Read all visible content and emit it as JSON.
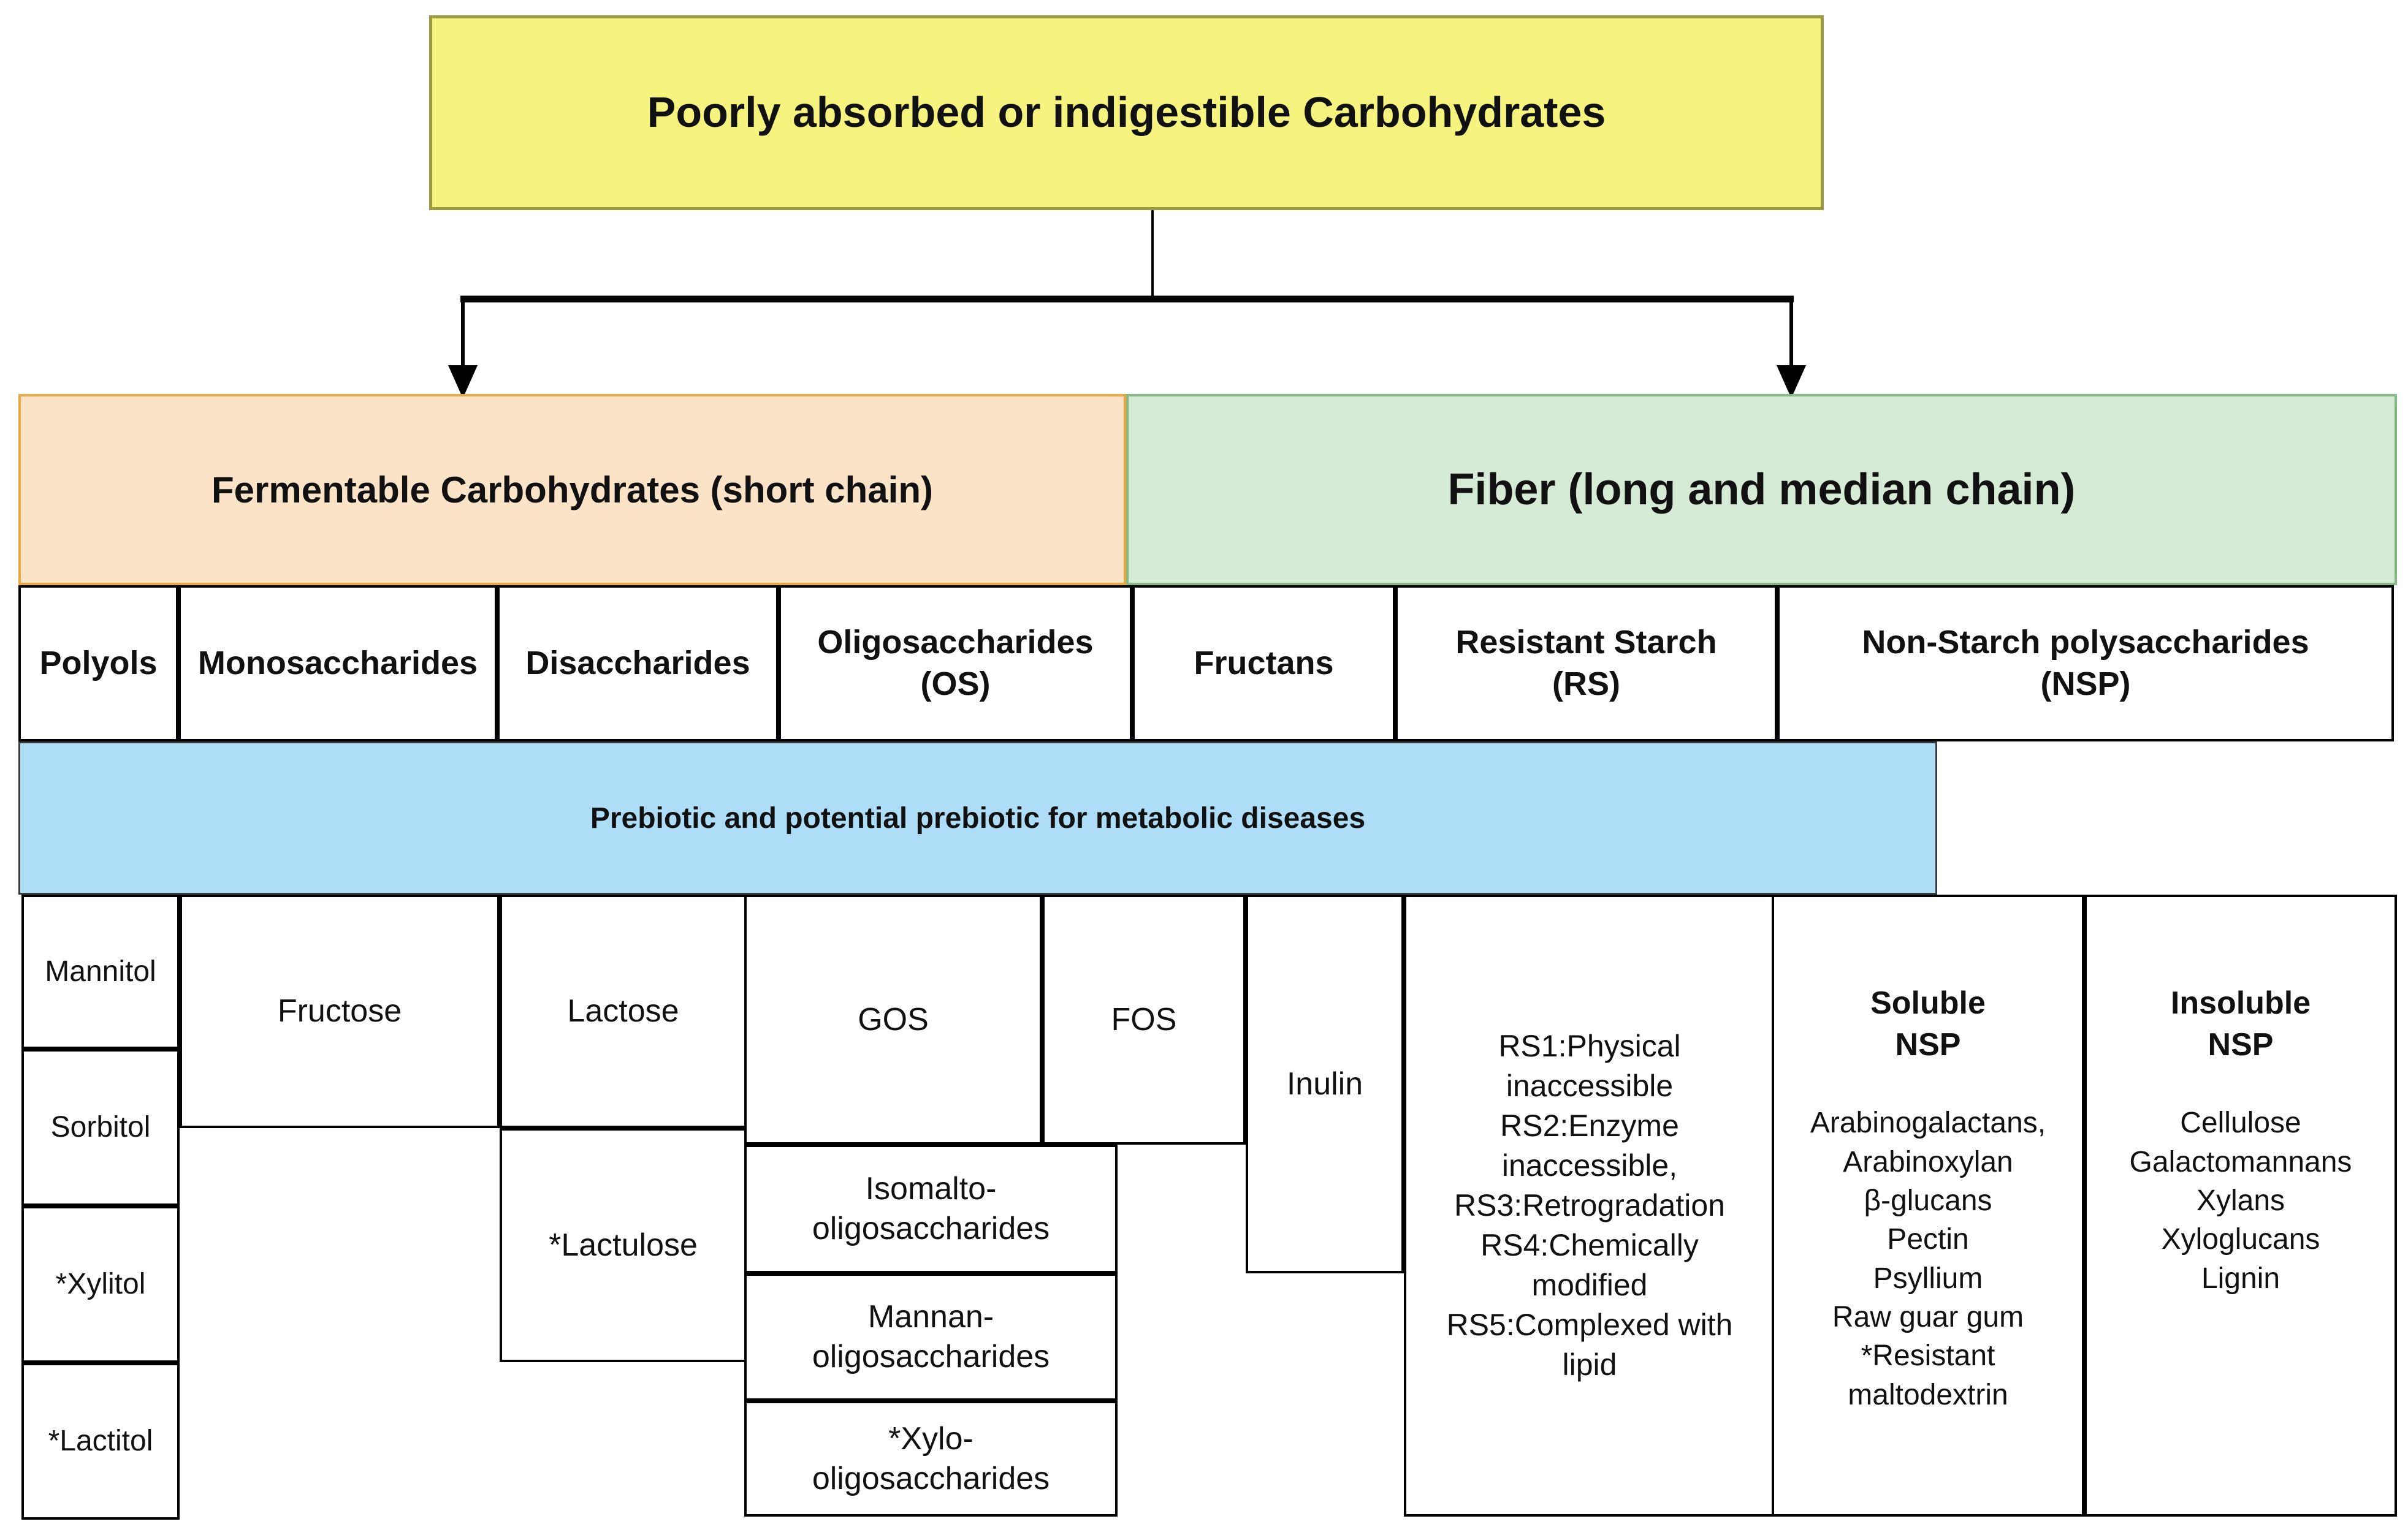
{
  "title": "Poorly absorbed or indigestible Carbohydrates",
  "branches": {
    "fermentable": "Fermentable Carbohydrates (short chain)",
    "fiber": "Fiber (long and median chain)"
  },
  "category_headers": {
    "polyols": "Polyols",
    "monosaccharides": "Monosaccharides",
    "disaccharides": "Disaccharides",
    "oligosaccharides": "Oligosaccharides\n(OS)",
    "fructans": "Fructans",
    "resistant_starch": "Resistant Starch\n(RS)",
    "nsp": "Non-Starch polysaccharides\n(NSP)"
  },
  "prebiotic_banner": "Prebiotic and potential prebiotic for metabolic diseases",
  "items": {
    "polyols": [
      "Mannitol",
      "Sorbitol",
      "*Xylitol",
      "*Lactitol"
    ],
    "monosaccharides": [
      "Fructose"
    ],
    "disaccharides": [
      "Lactose",
      "*Lactulose"
    ],
    "oligosaccharides": [
      "GOS",
      "FOS"
    ],
    "oligosaccharide_subtypes": [
      "Isomalto-oligosaccharides",
      "Mannan-oligosaccharides",
      "*Xylo-oligosaccharides"
    ],
    "fructans": [
      "Inulin"
    ],
    "resistant_starch": [
      "RS1:Physical inaccessible",
      "RS2:Enzyme inaccessible,",
      "RS3:Retrogradation",
      "RS4:Chemically modified",
      "RS5:Complexed with lipid"
    ],
    "soluble_nsp": {
      "title": "Soluble\nNSP",
      "entries": [
        "Arabinogalactans,",
        "Arabinoxylan",
        "β-glucans",
        "Pectin",
        "Psyllium",
        "Raw guar gum",
        "*Resistant maltodextrin"
      ]
    },
    "insoluble_nsp": {
      "title": "Insoluble\nNSP",
      "entries": [
        "Cellulose",
        "Galactomannans",
        "Xylans",
        "Xyloglucans",
        "Lignin"
      ]
    }
  },
  "colors": {
    "title_fill": "#f6f37e",
    "title_border": "#9a9a42",
    "fermentable_fill": "#fbe3c7",
    "fermentable_border": "#e9a942",
    "fiber_fill": "#d6ebd5",
    "fiber_border": "#86b886",
    "banner_fill": "#aeddf8",
    "line_color": "#000000"
  }
}
